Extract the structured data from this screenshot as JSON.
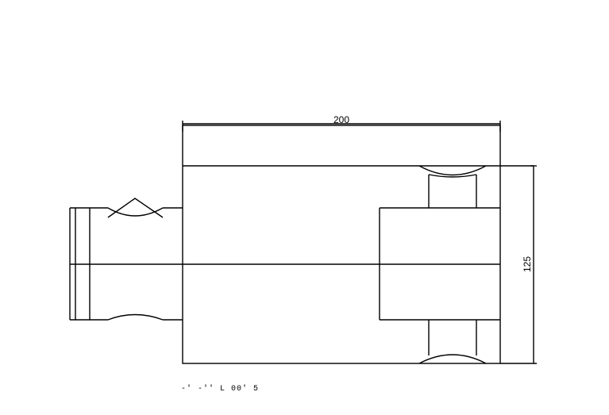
{
  "dimensions": {
    "width_label": "200",
    "height_label": "125"
  },
  "caption": "-′ -′′ L   00′ 5"
}
